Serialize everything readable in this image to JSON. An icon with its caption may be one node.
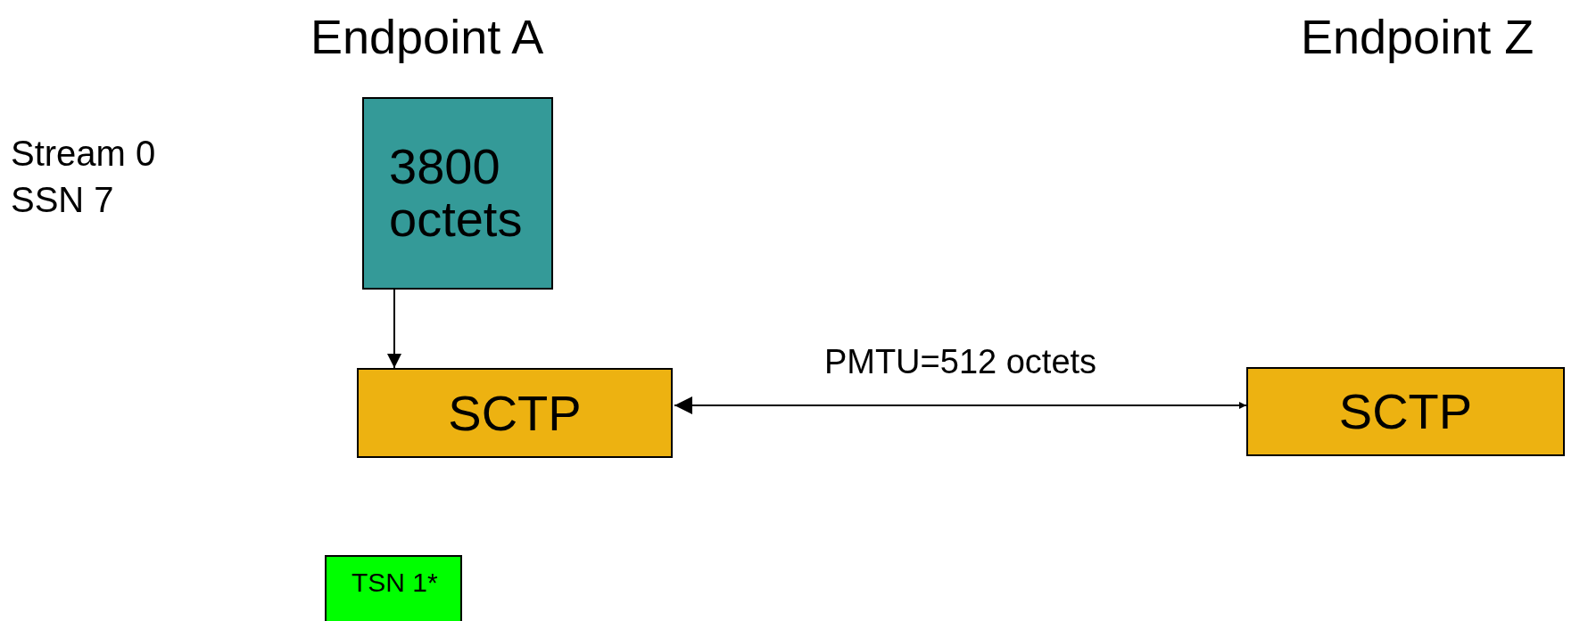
{
  "diagram": {
    "nodes": [
      {
        "text": [
          "3800 octets"
        ]
      },
      {
        "text": [
          "SCTP"
        ]
      },
      {
        "text": [
          "SCTP"
        ]
      },
      {
        "text": [
          "TSN 1*"
        ]
      }
    ],
    "edges": [
      {
        "from": 0,
        "to": 1,
        "arrow": "to"
      },
      {
        "from": 1,
        "to": 2,
        "arrow": "both",
        "label": "PMTU=512 octets"
      }
    ],
    "labels": [
      "Endpoint A",
      "Endpoint Z",
      "Stream 0 SSN 7"
    ]
  }
}
